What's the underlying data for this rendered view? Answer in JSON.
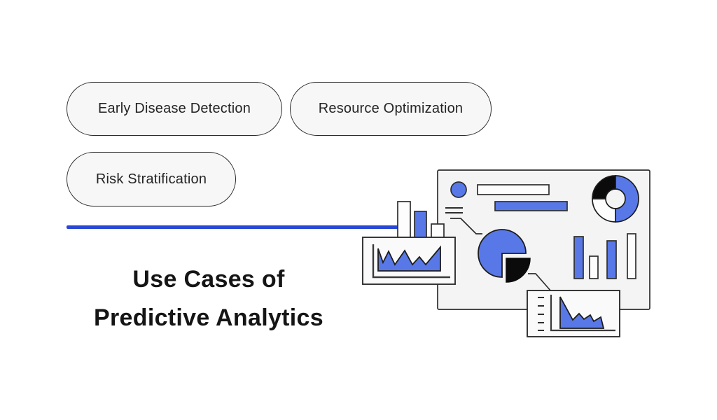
{
  "title": {
    "line1": "Use Cases of",
    "line2": "Predictive Analytics"
  },
  "tags": [
    {
      "label": "Early Disease Detection"
    },
    {
      "label": "Resource Optimization"
    },
    {
      "label": "Risk Stratification"
    }
  ],
  "divider": {
    "color": "#2847D6"
  },
  "colors": {
    "accent_blue": "#5878E8",
    "underline_blue": "#2847D6",
    "stroke_dark": "#2E2E2E",
    "panel_bg": "#F4F4F4",
    "card_bg": "#FAFAFA",
    "pill_bg": "#F7F7F7",
    "pill_border": "#2A2A2A",
    "title_text": "#151515",
    "donut_black": "#0B0B0B"
  },
  "illustration": {
    "name": "analytics-dashboard",
    "icons": [
      "dashboard-panel",
      "status-dot",
      "progress-bar-outline",
      "progress-bar-filled",
      "donut-chart-icon",
      "menu-lines-icon",
      "connector-line",
      "pie-chart-icon",
      "column-chart-icon",
      "mini-bar-chart-icon",
      "line-chart-card",
      "area-chart-card"
    ],
    "donut_segments": [
      {
        "color": "blue",
        "fraction": 0.5
      },
      {
        "color": "black",
        "fraction": 0.25
      },
      {
        "color": "white",
        "fraction": 0.25
      }
    ],
    "pie": {
      "blue_fraction": 0.75,
      "detached_black_fraction": 0.25
    },
    "column_chart_heights": [
      60,
      32,
      54,
      64
    ],
    "mini_bar_heights": [
      52,
      38,
      20
    ]
  }
}
